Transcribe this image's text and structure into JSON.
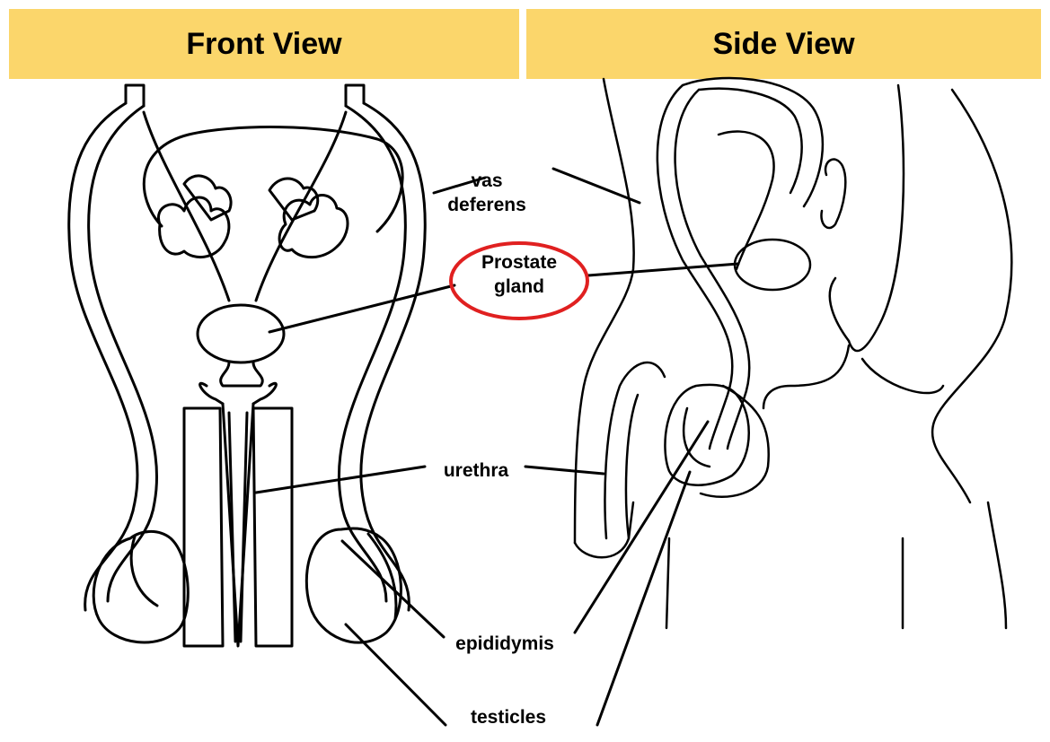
{
  "headers": {
    "front": "Front View",
    "side": "Side View"
  },
  "labels": {
    "vas_deferens_line1": "vas",
    "vas_deferens_line2": "deferens",
    "prostate_line1": "Prostate",
    "prostate_line2": "gland",
    "urethra": "urethra",
    "epididymis": "epididymis",
    "testicles": "testicles"
  },
  "colors": {
    "header_bg": "#fbd66b",
    "highlight_ring": "#e02020",
    "line": "#000000"
  }
}
